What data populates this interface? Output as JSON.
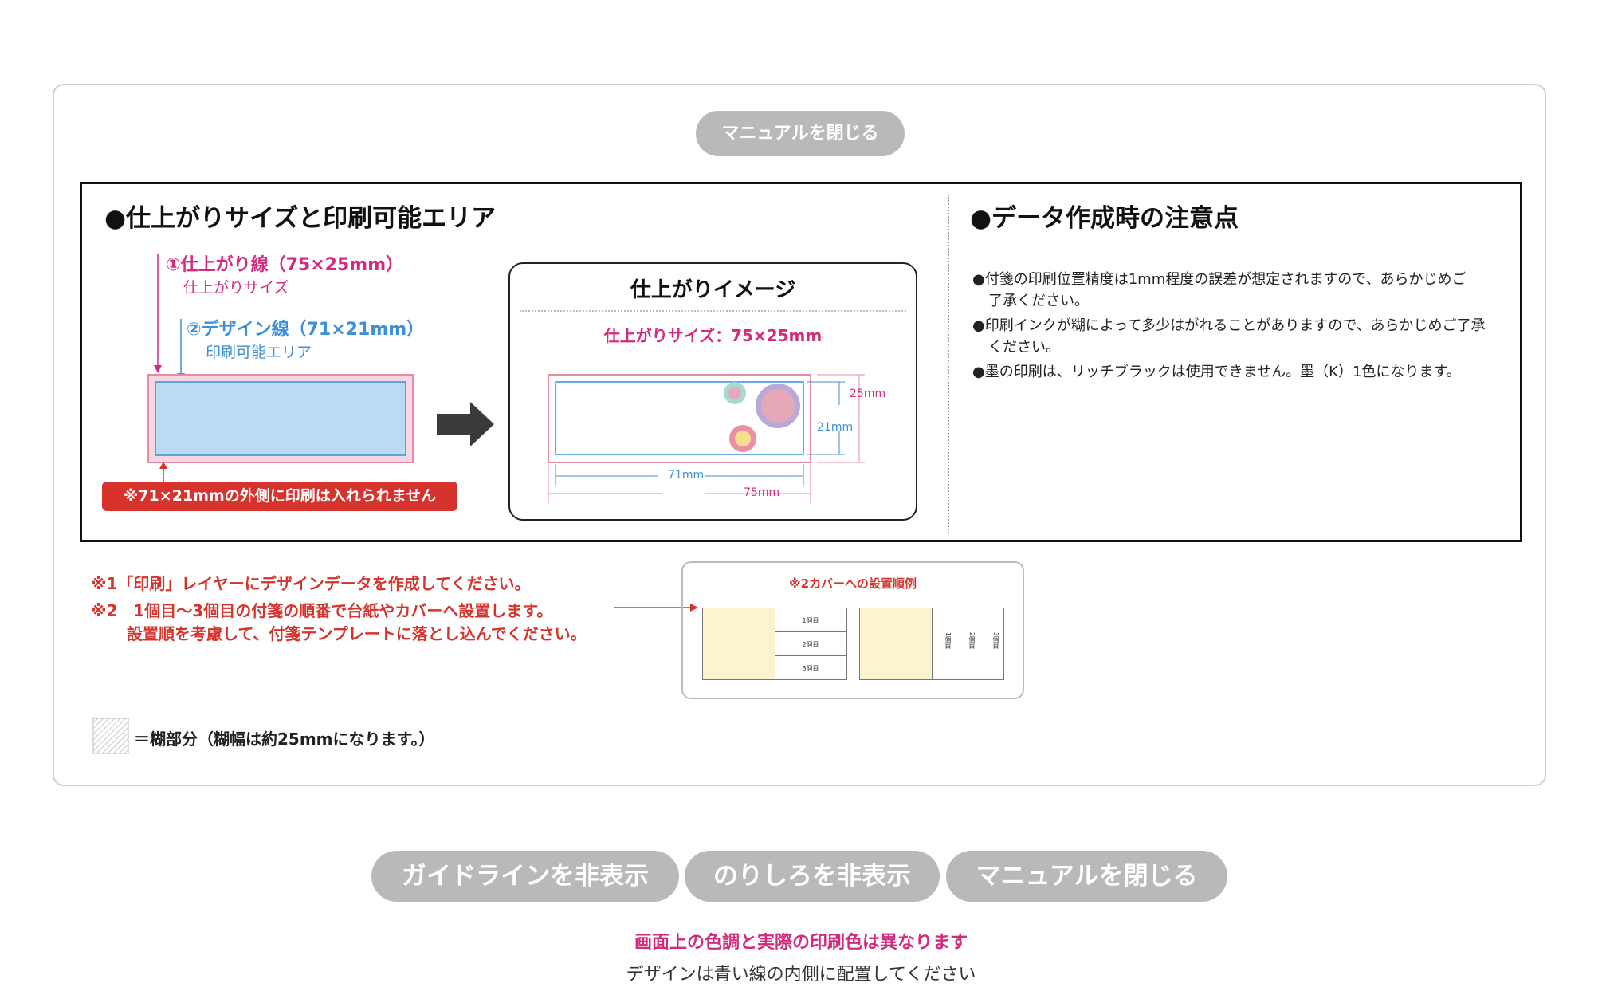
{
  "top_button": "マニュアルを閉じる",
  "left_section": {
    "title": "●仕上がりサイズと印刷可能エリア",
    "line1_title": "①仕上がり線（75×25mm）",
    "line1_sub": "仕上がりサイズ",
    "line2_title": "②デザイン線（71×21mm）",
    "line2_sub": "印刷可能エリア",
    "warning": "※71×21mmの外側に印刷は入れられません"
  },
  "finish_image": {
    "title": "仕上がりイメージ",
    "size_label": "仕上がりサイズ：75×25mm",
    "dim_25": "25mm",
    "dim_21": "21mm",
    "dim_71": "71mm",
    "dim_75": "75mm"
  },
  "right_section": {
    "title": "●データ作成時の注意点",
    "notes": [
      "●付箋の印刷位置精度は1mm程度の誤差が想定されますので、あらかじめご",
      "了承ください。",
      "●印刷インクが糊によって多少はがれることがありますので、あらかじめご了承",
      "ください。",
      "●墨の印刷は、リッチブラックは使用できません。墨（K）1色になります。"
    ]
  },
  "footnotes": {
    "n1": "※1「印刷」レイヤーにデザインデータを作成してください。",
    "n2a": "※2　1個目〜3個目の付箋の順番で台紙やカバーへ設置します。",
    "n2b": "設置順を考慮して、付箋テンプレートに落とし込んでください。"
  },
  "cover_example": {
    "title": "※2カバーへの設置順例",
    "rows": [
      "1個目",
      "2個目",
      "3個目"
    ],
    "cols": [
      "1個目",
      "2個目",
      "3個目"
    ]
  },
  "glue_legend": "＝糊部分（糊幅は約25mmになります。）",
  "bottom_buttons": {
    "hide_guides": "ガイドラインを非表示",
    "hide_glue": "のりしろを非表示",
    "close_manual": "マニュアルを閉じる"
  },
  "footer": {
    "warning": "画面上の色調と実際の印刷色は異なります",
    "note": "デザインは青い線の内側に配置してください"
  },
  "colors": {
    "pink": "#d42a7e",
    "blue": "#3c8fd8",
    "red": "#d5332b",
    "button_gray": "#b9b9b9"
  }
}
